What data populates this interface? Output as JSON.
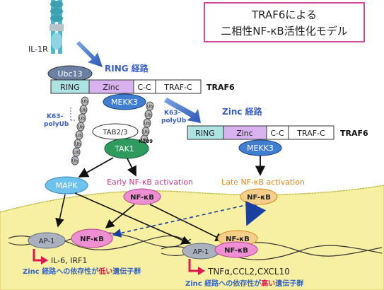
{
  "title": {
    "line1": "TRAF6による",
    "line2": "二相性NF-κB活性化モデル"
  },
  "receptor": {
    "label": "IL-1R"
  },
  "left_complex": {
    "pathway_label": "RING 経路",
    "ubc13": "Ubc13",
    "domains": [
      "RING",
      "Zinc",
      "C-C",
      "TRAF-C"
    ],
    "traf6": "TRAF6",
    "mekk3": "MEKK3",
    "polyub_left": [
      "K63-",
      "polyUb"
    ],
    "polyub_right": [
      "K63-",
      "polyUb"
    ],
    "ub": "Ub",
    "tab23": "TAB2/3",
    "tak1": "TAK1",
    "k209": "K209"
  },
  "right_complex": {
    "pathway_label": "Zinc 経路",
    "domains": [
      "RING",
      "Zinc",
      "C-C",
      "TRAF-C"
    ],
    "traf6": "TRAF6",
    "mekk3": "MEKK3"
  },
  "signals": {
    "mapk": "MAPK",
    "early": "Early NF-κB activation",
    "late": "Late NF-κB activation",
    "nfkb": "NF-κB"
  },
  "nucleus": {
    "ap1": "AP-1",
    "nfkb": "NF-κB",
    "genes_low": "IL-6, IRF1",
    "genes_high": "TNFα,CCL2,CXCL10",
    "caption_low": {
      "pre": "Zinc 経路への依存性が",
      "em": "低い",
      "post": "遺伝子群"
    },
    "caption_high": {
      "pre": "Zinc 経路への依存性が",
      "em": "高い",
      "post": "遺伝子群"
    }
  },
  "colors": {
    "title_border": "#d24a9a",
    "pathway_text": "#3a5fc4",
    "ring_fill": "#aee3e3",
    "zinc_fill": "#d8b3f0",
    "mekk3_fill": "#3f7ed0",
    "tak1_fill": "#2e9b5e",
    "mapk_fill": "#6ec3ec",
    "nfkb_fill": "#ee8fd3",
    "early_text": "#c83d8a",
    "late_text": "#e08a1e",
    "nucleus_fill": "#f7efa2",
    "caption_text": "#3366cc",
    "highlight_red": "#e0174f"
  }
}
